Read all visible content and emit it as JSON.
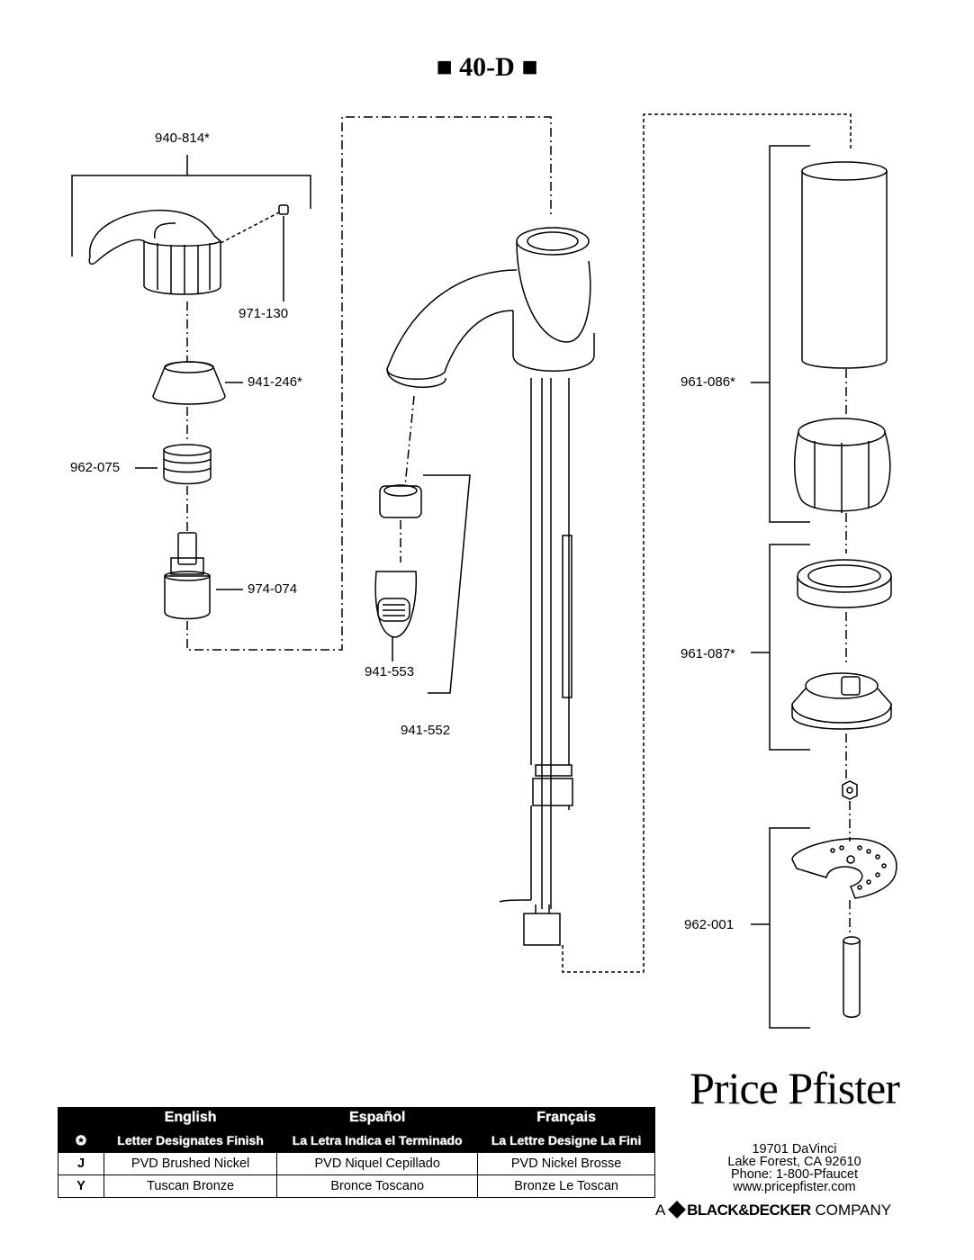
{
  "header": {
    "title": "■ 40-D ■"
  },
  "parts": [
    {
      "label": "940-814*"
    },
    {
      "label": "971-130"
    },
    {
      "label": "941-246*"
    },
    {
      "label": "962-075"
    },
    {
      "label": "974-074"
    },
    {
      "label": "941-553"
    },
    {
      "label": "941-552"
    },
    {
      "label": "961-086*"
    },
    {
      "label": "961-087*"
    },
    {
      "label": "962-001"
    }
  ],
  "finish_table": {
    "languages": [
      "English",
      "Español",
      "Français"
    ],
    "symbol": "✪",
    "designates": [
      "Letter Designates Finish",
      "La Letra Indica el Terminado",
      "La Lettre Designe La Fini"
    ],
    "rows": [
      {
        "code": "J",
        "values": [
          "PVD Brushed Nickel",
          "PVD Niquel Cepillado",
          "PVD Nickel Brosse"
        ]
      },
      {
        "code": "Y",
        "values": [
          "Tuscan Bronze",
          "Bronce Toscano",
          "Bronze Le Toscan"
        ]
      }
    ]
  },
  "brand": {
    "name": "Price Pfister",
    "address1": "19701 DaVinci",
    "address2": "Lake Forest, CA 92610",
    "phone": "Phone: 1-800-Pfaucet",
    "website": "www.pricepfister.com",
    "company_prefix": "A",
    "company_name": "BLACK&DECKER",
    "company_suffix": "COMPANY"
  }
}
